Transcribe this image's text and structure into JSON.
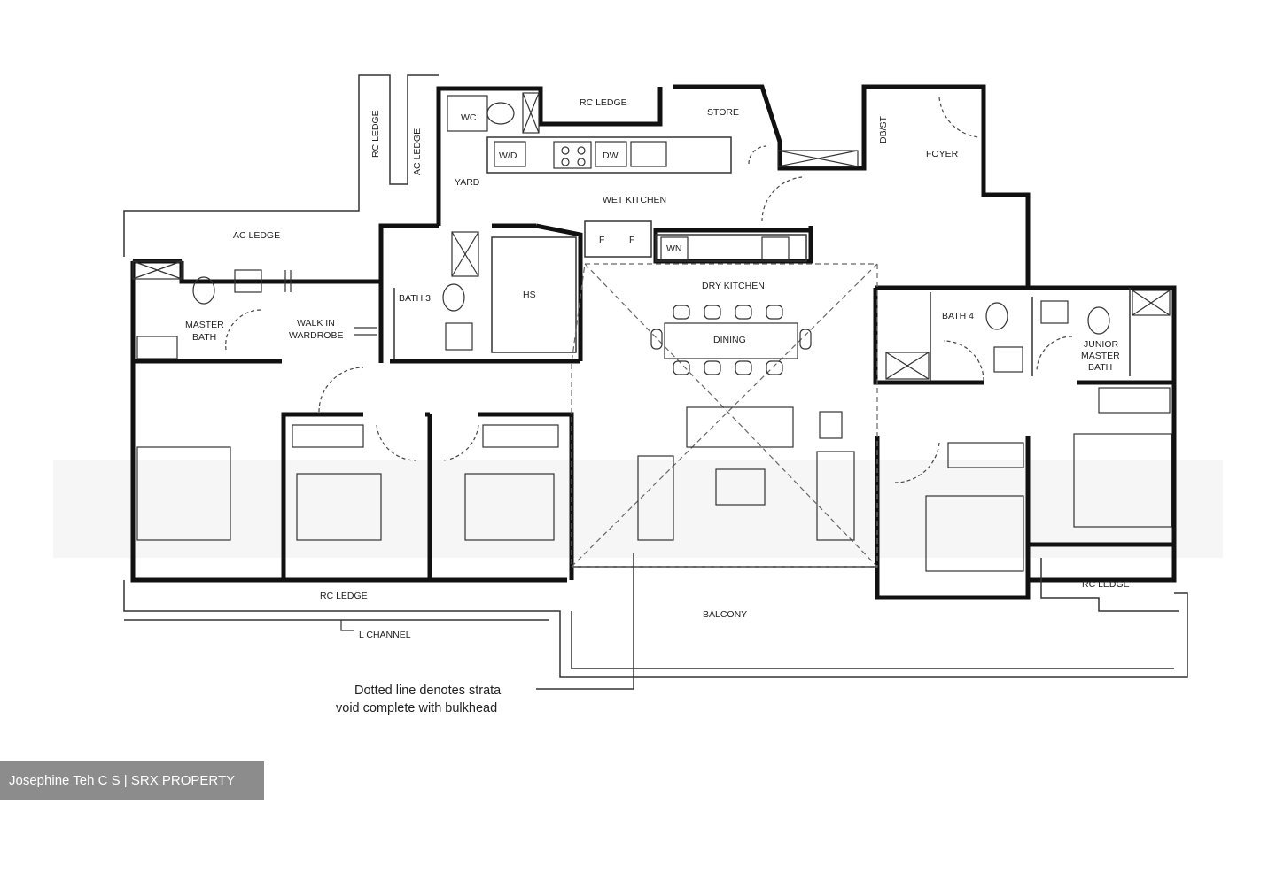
{
  "labels": {
    "rc_ledge_top": "RC LEDGE",
    "store": "STORE",
    "wc": "WC",
    "rc_ledge_vertical": "RC LEDGE",
    "ac_ledge_vertical": "AC LEDGE",
    "wd": "W/D",
    "dw": "DW",
    "yard": "YARD",
    "db_st": "DB/ST",
    "foyer": "FOYER",
    "wet_kitchen": "WET KITCHEN",
    "ac_ledge": "AC LEDGE",
    "fridge_1": "F",
    "fridge_2": "F",
    "wn": "WN",
    "bath_3": "BATH 3",
    "hs": "HS",
    "dry_kitchen": "DRY KITCHEN",
    "dining": "DINING",
    "master_bath_1": "MASTER",
    "master_bath_2": "BATH",
    "walk_in_1": "WALK IN",
    "walk_in_2": "WARDROBE",
    "bath_4": "BATH 4",
    "junior_master_bath_1": "JUNIOR",
    "junior_master_bath_2": "MASTER",
    "junior_master_bath_3": "BATH",
    "rc_ledge_bottom": "RC LEDGE",
    "l_channel": "L CHANNEL",
    "balcony": "BALCONY",
    "rc_ledge_right": "RC LEDGE"
  },
  "note": {
    "line1": "Dotted line denotes strata",
    "line2": "void complete with bulkhead"
  },
  "watermark": "Josephine Teh C S | SRX PROPERTY"
}
